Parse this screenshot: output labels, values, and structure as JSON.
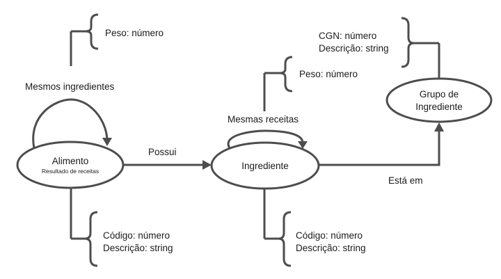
{
  "nodes": {
    "alimento": {
      "title": "Alimento",
      "subtitle": "Resultado de receitas"
    },
    "ingrediente": {
      "title": "Ingrediente"
    },
    "grupo": {
      "line1": "Grupo de",
      "line2": "Ingrediente"
    }
  },
  "relations": {
    "possui": "Possui",
    "esta_em": "Está em",
    "mesmos_ingredientes": "Mesmos ingredientes",
    "mesmas_receitas": "Mesmas receitas"
  },
  "attributes": {
    "alimento_top": [
      "Peso: número"
    ],
    "alimento_bottom": [
      "Código: número",
      "Descrição:  string"
    ],
    "ingrediente_top": [
      "Peso: número"
    ],
    "ingrediente_bottom": [
      "Código: número",
      "Descrição:  string"
    ],
    "grupo_top": [
      "CGN: número",
      "Descrição:  string"
    ]
  }
}
